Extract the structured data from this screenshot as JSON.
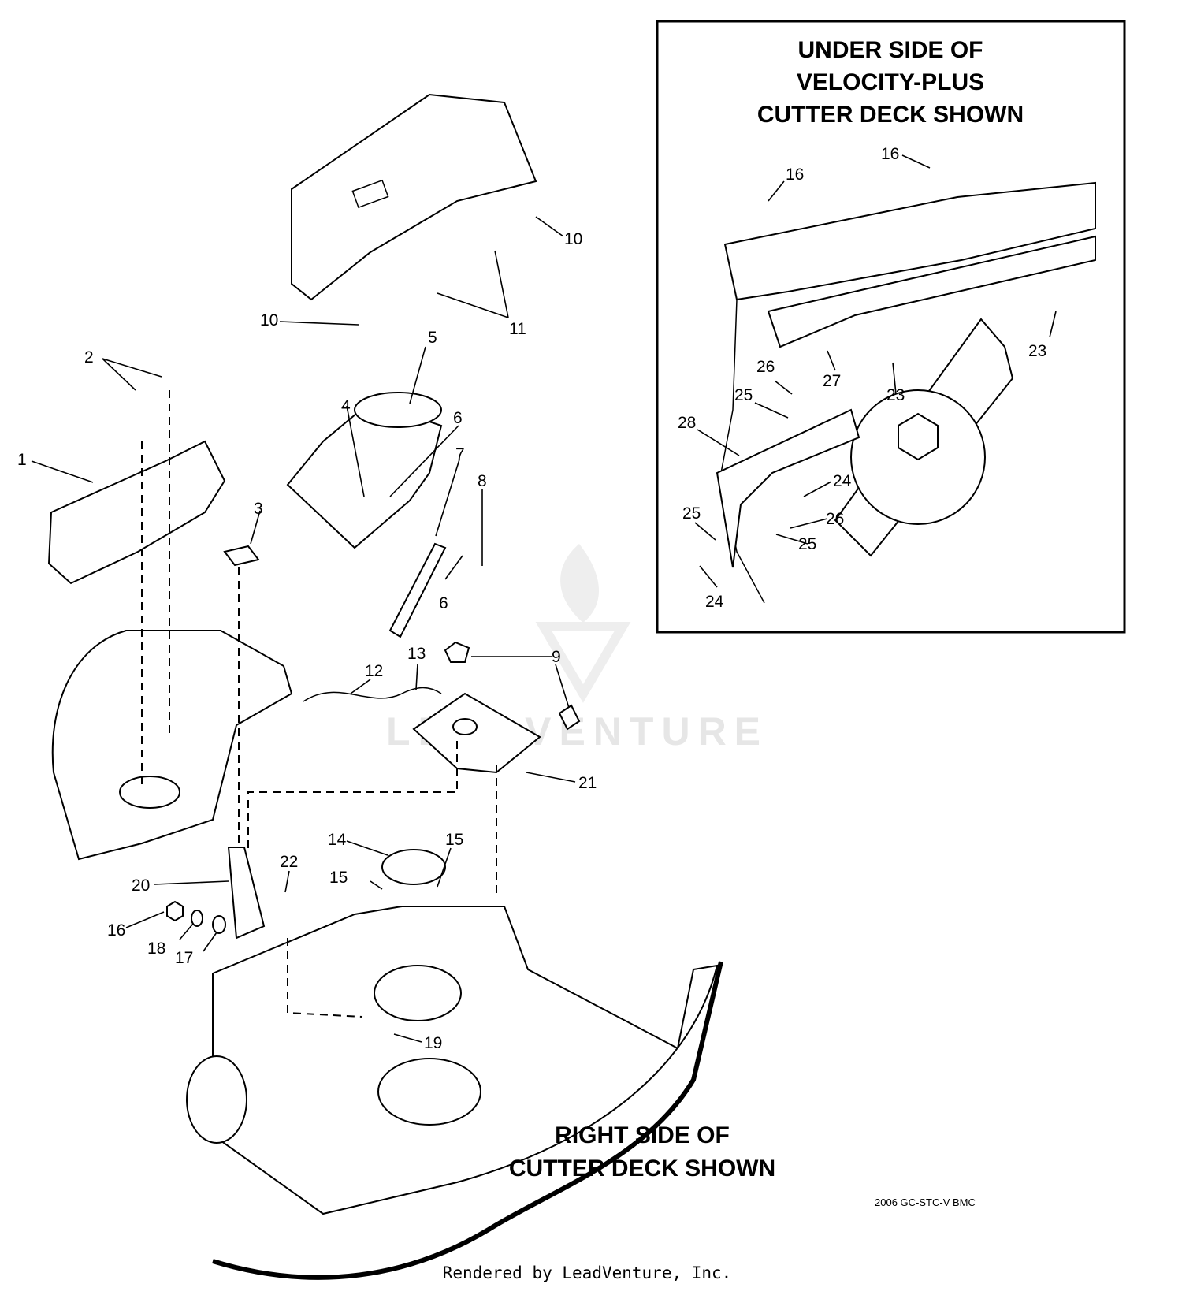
{
  "headings": {
    "inset": [
      "UNDER SIDE OF",
      "VELOCITY-PLUS",
      "CUTTER DECK SHOWN"
    ],
    "main": [
      "RIGHT SIDE OF",
      "CUTTER DECK SHOWN"
    ]
  },
  "drawing_code": "2006 GC-STC-V BMC",
  "footer": "Rendered by LeadVenture, Inc.",
  "watermark": "LEADVENTURE",
  "callouts": {
    "c1": "1",
    "c2": "2",
    "c3": "3",
    "c4": "4",
    "c5": "5",
    "c6a": "6",
    "c6b": "6",
    "c7": "7",
    "c8": "8",
    "c9": "9",
    "c10a": "10",
    "c10b": "10",
    "c11": "11",
    "c12": "12",
    "c13": "13",
    "c14": "14",
    "c15a": "15",
    "c15b": "15",
    "c16": "16",
    "c17": "17",
    "c18": "18",
    "c19": "19",
    "c20": "20",
    "c21": "21",
    "c22": "22",
    "i16a": "16",
    "i16b": "16",
    "i23a": "23",
    "i23b": "23",
    "i24a": "24",
    "i24b": "24",
    "i25a": "25",
    "i25b": "25",
    "i25c": "25",
    "i26a": "26",
    "i26b": "26",
    "i27": "27",
    "i28": "28"
  }
}
